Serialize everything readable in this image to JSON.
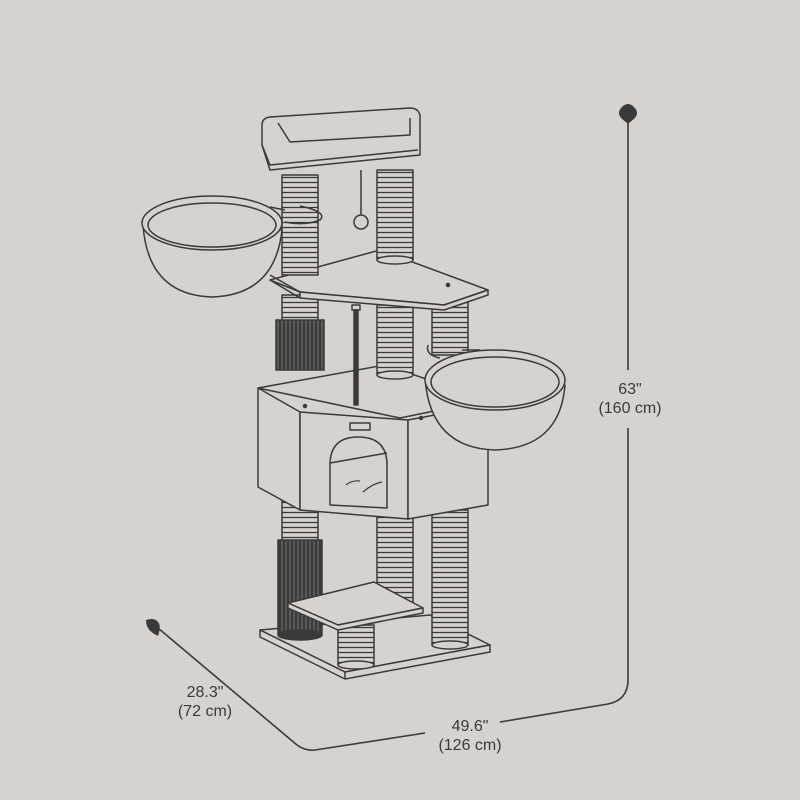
{
  "figure": {
    "subject": "cat tree dimension diagram",
    "background_color": "#d6d3ce",
    "line_color": "#3a3a3a",
    "sisal_dark_color": "#3a3a3a"
  },
  "dimensions": {
    "height": {
      "imperial": "63\"",
      "metric": "(160 cm)"
    },
    "depth": {
      "imperial": "28.3\"",
      "metric": "(72 cm)"
    },
    "width": {
      "imperial": "49.6\"",
      "metric": "(126 cm)"
    }
  },
  "components": {
    "top_perch": "top-perch",
    "left_basket": "hanging-basket-left",
    "right_basket": "hanging-basket-right",
    "middle_platform": "middle-platform",
    "condo": "condo",
    "condo_label_icon": "brand-label-icon",
    "dangling_toy": "ball-toy",
    "spring_toy": "spring-toy",
    "step_platform": "step-platform",
    "base": "base-board"
  },
  "markers": {
    "height_marker": "heart-arrow-icon",
    "depth_marker": "heart-arrow-icon"
  }
}
